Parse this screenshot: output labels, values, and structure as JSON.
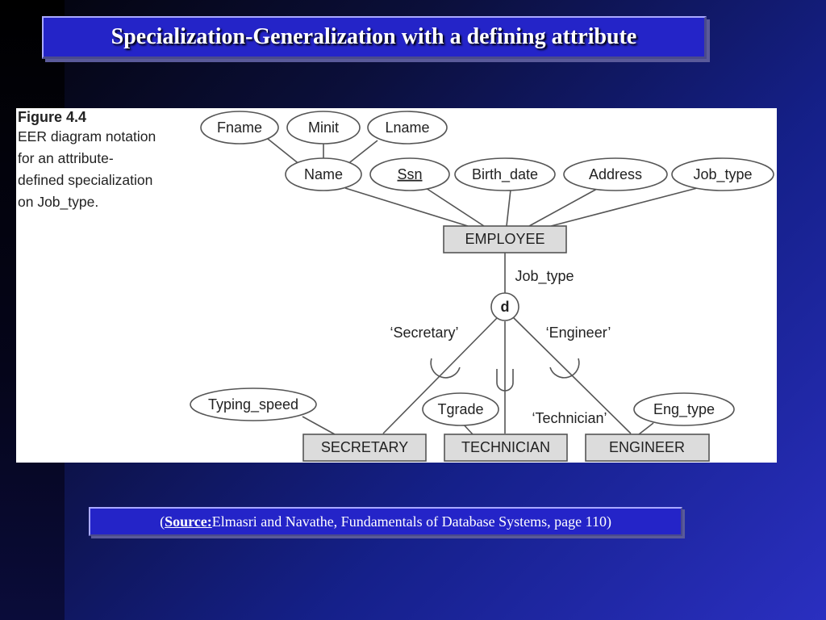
{
  "slide": {
    "title": "Specialization-Generalization with a defining attribute"
  },
  "figure": {
    "caption_title": "Figure 4.4",
    "caption_lines": [
      "EER diagram notation",
      "for an attribute-",
      "defined specialization",
      "on Job_type."
    ]
  },
  "diagram": {
    "attributes": {
      "fname": "Fname",
      "minit": "Minit",
      "lname": "Lname",
      "name": "Name",
      "ssn": "Ssn",
      "birth_date": "Birth_date",
      "address": "Address",
      "job_type": "Job_type",
      "typing_speed": "Typing_speed",
      "tgrade": "Tgrade",
      "eng_type": "Eng_type"
    },
    "entities": {
      "employee": "EMPLOYEE",
      "secretary": "SECRETARY",
      "technician": "TECHNICIAN",
      "engineer": "ENGINEER"
    },
    "defining_attribute": "Job_type",
    "disjoint_symbol": "d",
    "branch_labels": {
      "secretary": "‘Secretary’",
      "technician": "‘Technician’",
      "engineer": "‘Engineer’"
    },
    "colors": {
      "entity_fill": "#dcdcdc",
      "line": "#555555"
    }
  },
  "source": {
    "open_paren": "(",
    "label": "Source:",
    "text": " Elmasri and Navathe, Fundamentals of Database Systems, page 110)"
  }
}
